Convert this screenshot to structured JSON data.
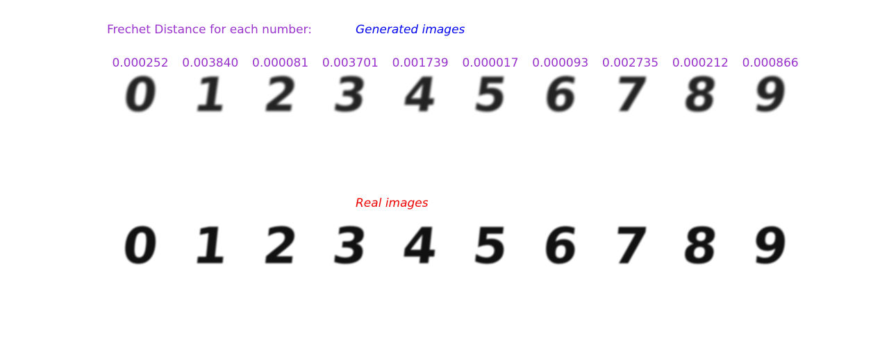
{
  "colors": {
    "purple": "#9932cc",
    "blue": "#0000ee",
    "red": "#ee0000"
  },
  "fd_title": "Frechet Distance for each number:",
  "generated_title": "Generated images",
  "real_title": "Real images",
  "scores": [
    "0.000252",
    "0.003840",
    "0.000081",
    "0.003701",
    "0.001739",
    "0.000017",
    "0.000093",
    "0.002735",
    "0.000212",
    "0.000866"
  ],
  "generated_digits": [
    "0",
    "1",
    "2",
    "3",
    "4",
    "5",
    "6",
    "7",
    "8",
    "9"
  ],
  "real_digits": [
    "0",
    "1",
    "2",
    "3",
    "4",
    "5",
    "6",
    "7",
    "8",
    "9"
  ]
}
